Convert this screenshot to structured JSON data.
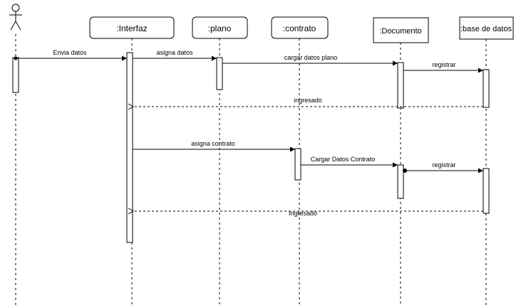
{
  "participants": {
    "actor": {
      "label": ""
    },
    "interfaz": {
      "label": ":Interfaz"
    },
    "plano": {
      "label": ":plano"
    },
    "contrato": {
      "label": ":contrato"
    },
    "documento": {
      "label": ":Documento"
    },
    "base_datos": {
      "label": ":base de datos"
    }
  },
  "messages": {
    "m1": "Envia datos",
    "m2": "asigna datos",
    "m3": "cargar datos plano",
    "m4": "registrar",
    "m5": "ingresado",
    "m6": "asigna contrato",
    "m7": "Cargar Datos Contrato",
    "m8": "registrar",
    "m9": "Ingresado"
  }
}
